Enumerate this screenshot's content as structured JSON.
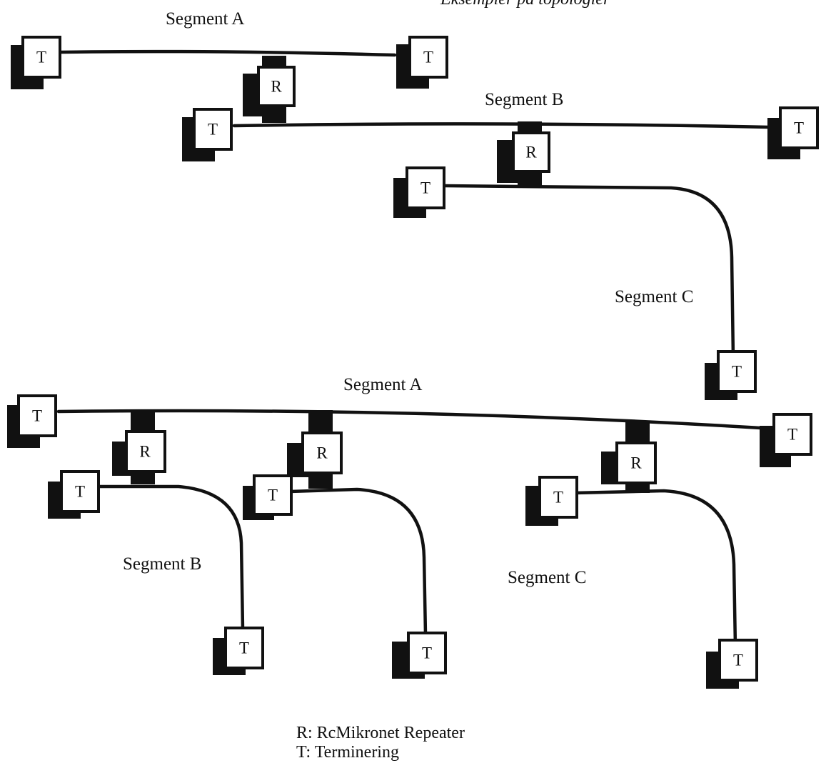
{
  "title": "Eksempler på topologier",
  "diagram1": {
    "segments": [
      "Segment A",
      "Segment B",
      "Segment C"
    ],
    "terminators": [
      "T",
      "T",
      "T",
      "T",
      "T",
      "T"
    ],
    "repeaters": [
      "R",
      "R"
    ]
  },
  "diagram2": {
    "segments": [
      "Segment A",
      "Segment B",
      "Segment C"
    ],
    "terminators": [
      "T",
      "T",
      "T",
      "T",
      "T",
      "T",
      "T",
      "T"
    ],
    "repeaters": [
      "R",
      "R",
      "R"
    ]
  },
  "legend": {
    "repeater": "R: RcMikronet Repeater",
    "terminator": "T: Terminering"
  }
}
